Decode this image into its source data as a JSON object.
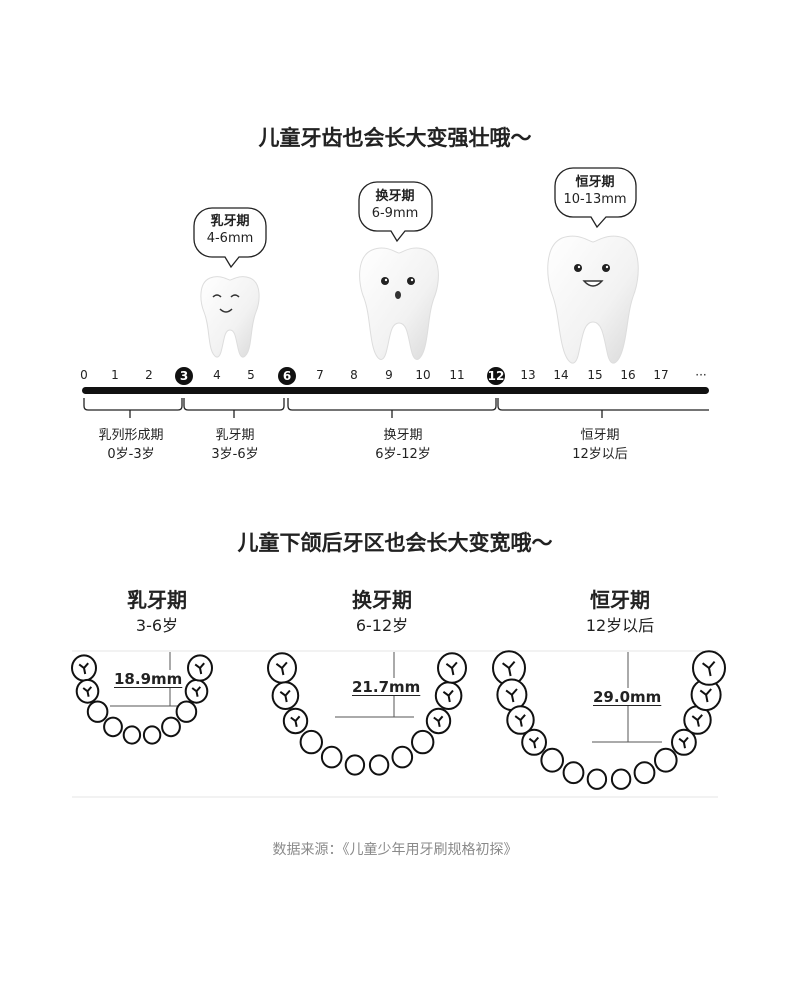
{
  "title1": "儿童牙齿也会长大变强壮哦～",
  "bubbles": [
    {
      "name": "乳牙期",
      "range": "4-6mm"
    },
    {
      "name": "换牙期",
      "range": "6-9mm"
    },
    {
      "name": "恒牙期",
      "range": "10-13mm"
    }
  ],
  "ticks": [
    "0",
    "1",
    "2",
    "3",
    "4",
    "5",
    "6",
    "7",
    "8",
    "9",
    "10",
    "11",
    "12",
    "13",
    "14",
    "15",
    "16",
    "17",
    "···"
  ],
  "periods": [
    {
      "name": "乳列形成期",
      "age": "0岁-3岁"
    },
    {
      "name": "乳牙期",
      "age": "3岁-6岁"
    },
    {
      "name": "换牙期",
      "age": "6岁-12岁"
    },
    {
      "name": "恒牙期",
      "age": "12岁以后"
    }
  ],
  "title2": "儿童下颌后牙区也会长大变宽哦～",
  "stages": [
    {
      "name": "乳牙期",
      "age": "3-6岁",
      "width": "18.9mm"
    },
    {
      "name": "换牙期",
      "age": "6-12岁",
      "width": "21.7mm"
    },
    {
      "name": "恒牙期",
      "age": "12岁以后",
      "width": "29.0mm"
    }
  ],
  "source": "数据来源：《儿童少年用牙刷规格初探》"
}
